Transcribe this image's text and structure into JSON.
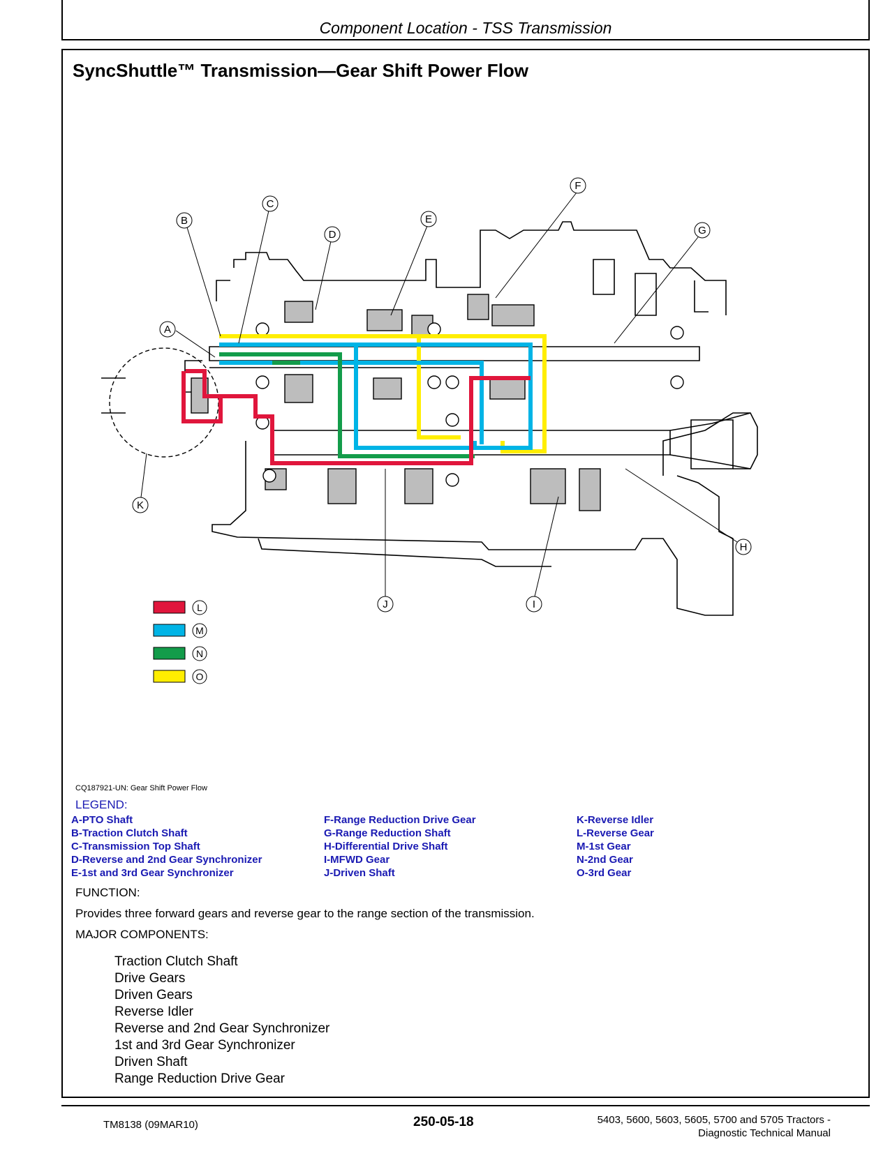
{
  "header": {
    "title": "Component Location - TSS Transmission"
  },
  "section": {
    "title": "SyncShuttle™ Transmission—Gear Shift Power Flow"
  },
  "callouts": [
    "A",
    "B",
    "C",
    "D",
    "E",
    "F",
    "G",
    "H",
    "I",
    "J",
    "K",
    "L",
    "M",
    "N",
    "O"
  ],
  "color_key": [
    {
      "letter": "L",
      "color": "#e0163c"
    },
    {
      "letter": "M",
      "color": "#00b4e6"
    },
    {
      "letter": "N",
      "color": "#139c4a"
    },
    {
      "letter": "O",
      "color": "#ffee00"
    }
  ],
  "caption": "CQ187921-UN: Gear Shift Power Flow",
  "legend": {
    "heading": "LEGEND:",
    "col1": [
      "A-PTO Shaft",
      "B-Traction Clutch Shaft",
      "C-Transmission Top Shaft",
      "D-Reverse and 2nd Gear Synchronizer",
      "E-1st and 3rd Gear Synchronizer"
    ],
    "col2": [
      "F-Range Reduction Drive Gear",
      "G-Range Reduction Shaft",
      "H-Differential Drive Shaft",
      "I-MFWD Gear",
      "J-Driven Shaft"
    ],
    "col3": [
      "K-Reverse Idler",
      "L-Reverse Gear",
      "M-1st Gear",
      "N-2nd Gear",
      "O-3rd Gear"
    ]
  },
  "function": {
    "heading": "FUNCTION:",
    "text": "Provides three forward gears and reverse gear to the range section of the transmission."
  },
  "major_components": {
    "heading": "MAJOR COMPONENTS:",
    "items": [
      "Traction Clutch Shaft",
      "Drive Gears",
      "Driven Gears",
      "Reverse Idler",
      "Reverse and 2nd Gear Synchronizer",
      "1st and 3rd Gear Synchronizer",
      "Driven Shaft",
      "Range Reduction Drive Gear"
    ]
  },
  "footer": {
    "left": "TM8138 (09MAR10)",
    "center": "250-05-18",
    "right_line1": "5403, 5600, 5603, 5605, 5700 and 5705 Tractors -",
    "right_line2": "Diagnostic Technical Manual"
  }
}
